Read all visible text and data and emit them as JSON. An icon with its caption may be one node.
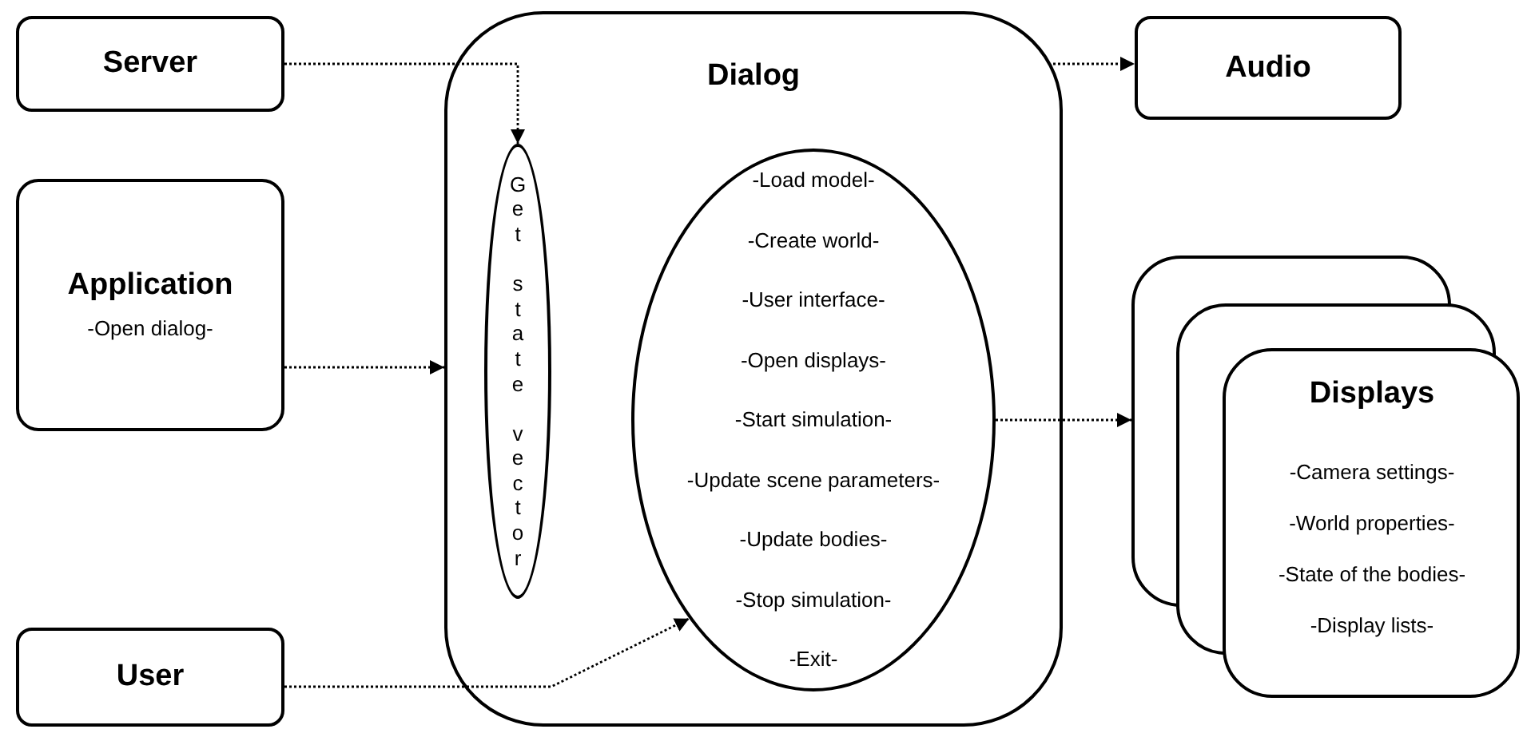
{
  "diagram": {
    "nodes": [
      {
        "text": [
          "Server"
        ]
      },
      {
        "text": [
          "Application",
          "-Open dialog-"
        ]
      },
      {
        "text": [
          "User"
        ]
      },
      {
        "text": [
          "Dialog"
        ]
      },
      {
        "text": [
          "Get state vector"
        ],
        "in": 3
      },
      {
        "text": [
          "-Load model-",
          "-Create world-",
          "-User interface-",
          "-Open displays-",
          "-Start simulation-",
          "-Update scene parameters-",
          "-Update bodies-",
          "-Stop simulation-",
          "-Exit-"
        ],
        "in": 3
      },
      {
        "text": [
          "Audio"
        ]
      },
      {
        "text": [
          "Displays",
          "-Camera settings-",
          "-World properties-",
          "-State of the bodies-",
          "-Display lists-"
        ]
      }
    ],
    "edges": [
      {
        "from": 0,
        "to": 4,
        "arrow": "to"
      },
      {
        "from": 1,
        "to": 3,
        "arrow": "to"
      },
      {
        "from": 2,
        "to": 5,
        "arrow": "to"
      },
      {
        "from": 3,
        "to": 6,
        "arrow": "to"
      },
      {
        "from": 5,
        "to": 7,
        "arrow": "to"
      }
    ]
  }
}
